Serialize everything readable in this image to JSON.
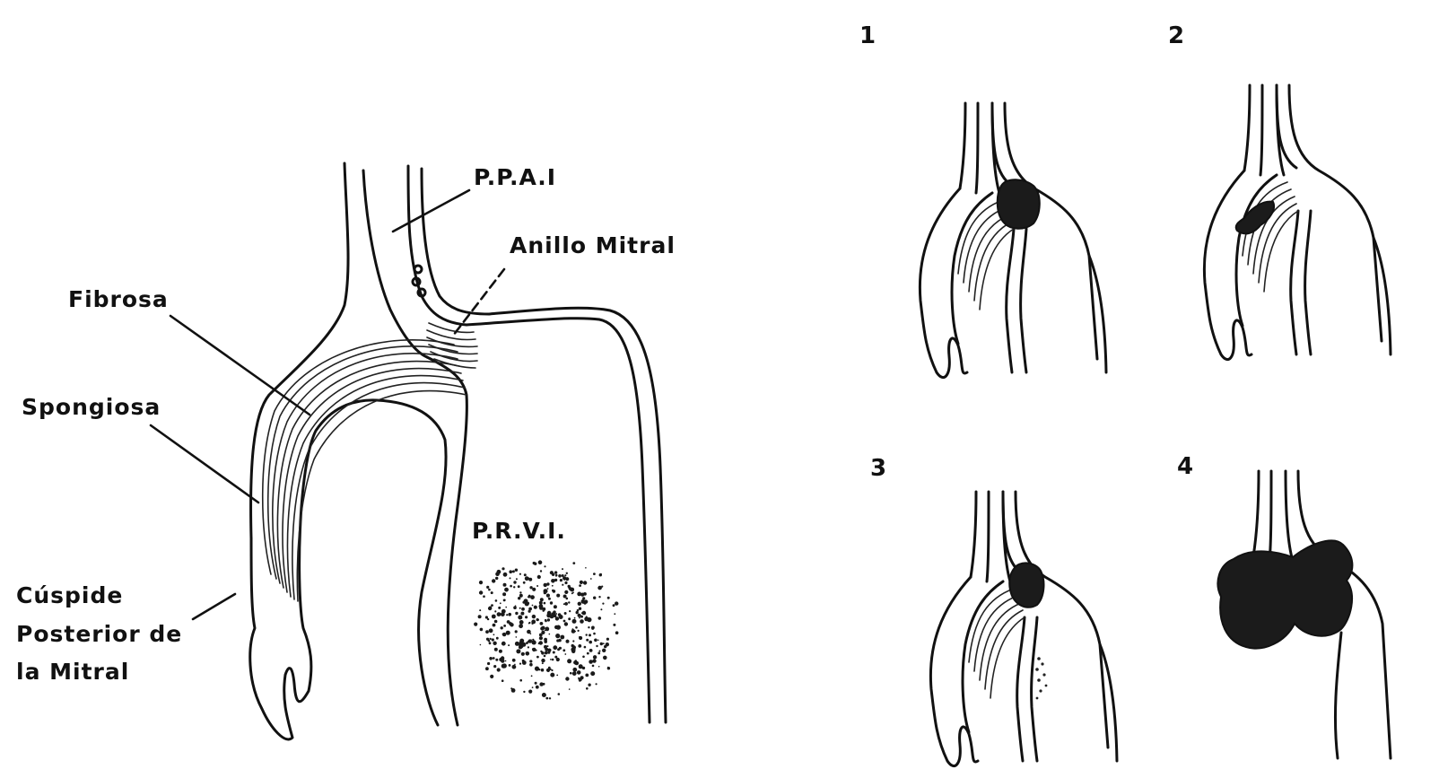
{
  "labels": {
    "ppai": "P.P.A.I",
    "anillo": "Anillo Mitral",
    "fibrosa": "Fibrosa",
    "spongiosa": "Spongiosa",
    "prvi": "P.R.V.I.",
    "cuspide_1": "Cúspide",
    "cuspide_2": "Posterior de",
    "cuspide_3": "la Mitral"
  },
  "panels": [
    {
      "number": "1"
    },
    {
      "number": "2"
    },
    {
      "number": "3"
    },
    {
      "number": "4"
    }
  ]
}
